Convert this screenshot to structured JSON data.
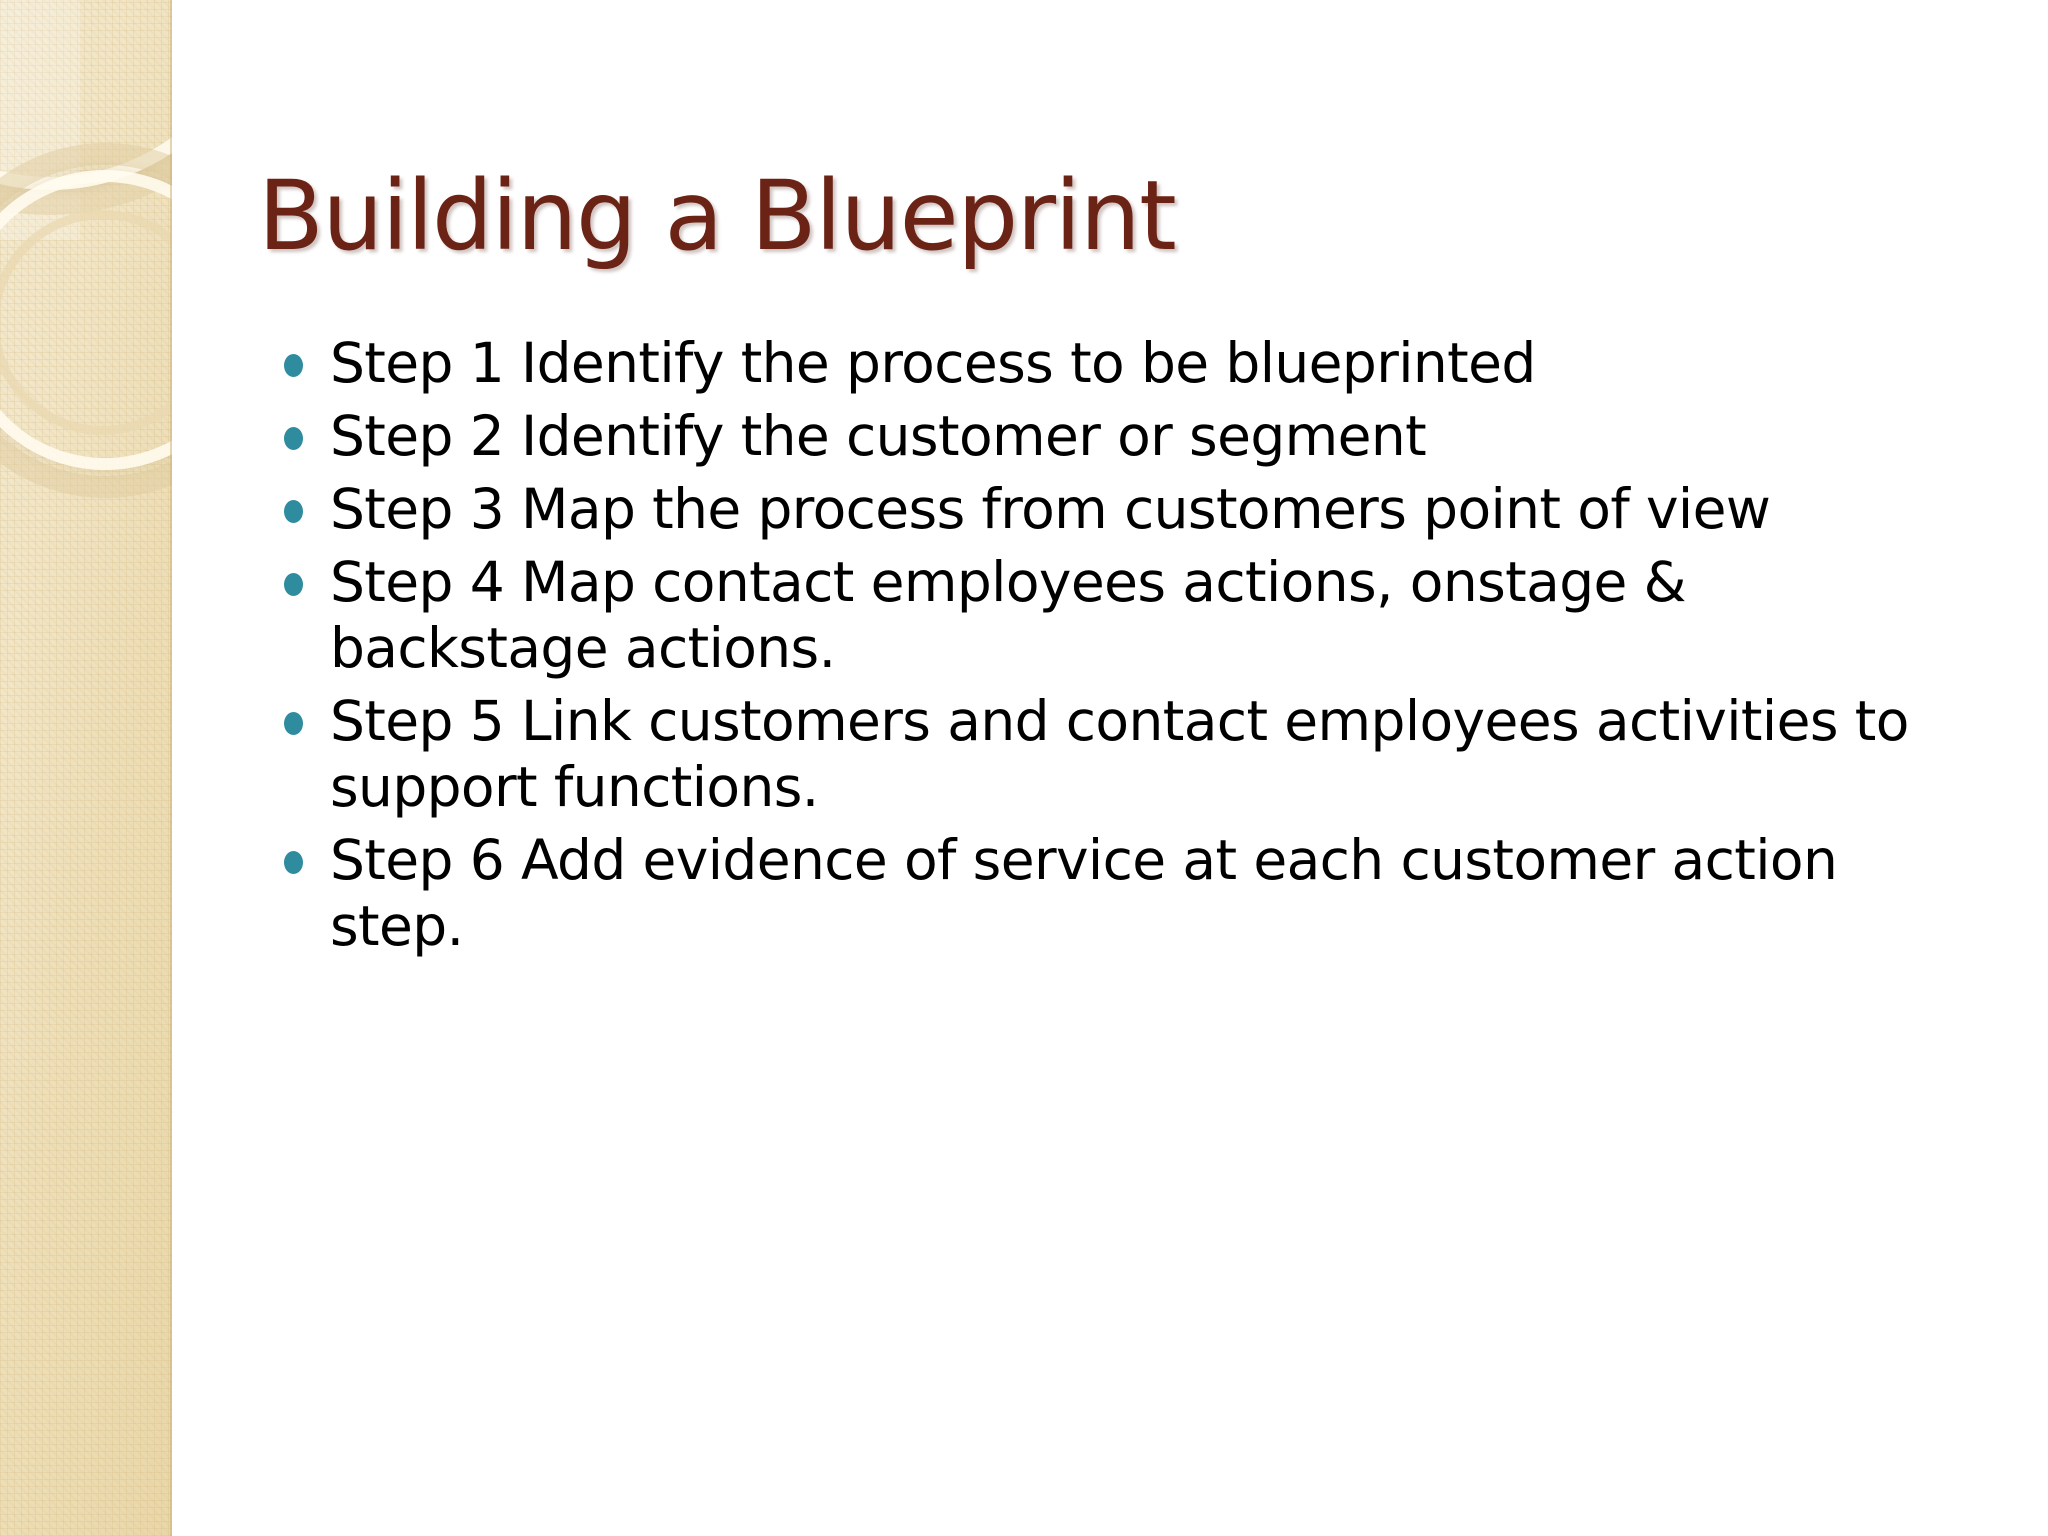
{
  "slide": {
    "title": "Building a Blueprint",
    "title_color": "#6B2316",
    "background_color": "#ffffff",
    "bullet_color": "#2E8C9E",
    "body_text_color": "#000000",
    "decoration": {
      "band_color_light": "#f3e9d0",
      "band_color_dark": "#e9d7a9",
      "ring_highlight": "#fffbee"
    }
  },
  "bullets": [
    {
      "text": "Step  1  Identify the process to be blueprinted"
    },
    {
      "text": "Step 2 Identify the customer or segment"
    },
    {
      "text": "Step 3 Map the process from customers point of view"
    },
    {
      "text": "Step 4 Map contact employees actions, onstage & backstage actions."
    },
    {
      "text": "Step 5 Link customers and contact employees activities to support functions."
    },
    {
      "text": "Step 6 Add evidence of service at each customer action step."
    }
  ]
}
